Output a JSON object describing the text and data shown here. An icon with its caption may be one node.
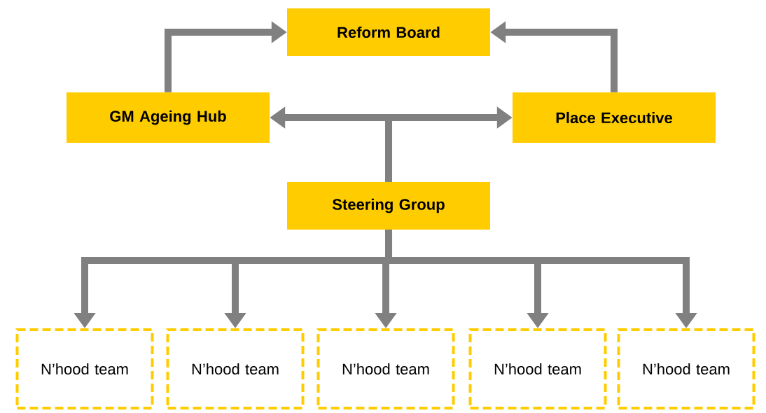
{
  "diagram": {
    "nodes": [
      {
        "text": [
          "Reform Board"
        ]
      },
      {
        "text": [
          "GM Ageing Hub"
        ]
      },
      {
        "text": [
          "Place Executive"
        ]
      },
      {
        "text": [
          "Steering Group"
        ]
      },
      {
        "text": [
          "N’hood team"
        ]
      },
      {
        "text": [
          "N’hood team"
        ]
      },
      {
        "text": [
          "N’hood team"
        ]
      },
      {
        "text": [
          "N’hood team"
        ]
      },
      {
        "text": [
          "N’hood team"
        ]
      }
    ],
    "edges": [
      {
        "from": 1,
        "to": 0,
        "arrow": "to"
      },
      {
        "from": 2,
        "to": 0,
        "arrow": "to"
      },
      {
        "from": 3,
        "to": 1,
        "arrow": "to"
      },
      {
        "from": 3,
        "to": 2,
        "arrow": "to"
      },
      {
        "from": 3,
        "to": 4,
        "arrow": "to"
      },
      {
        "from": 3,
        "to": 5,
        "arrow": "to"
      },
      {
        "from": 3,
        "to": 6,
        "arrow": "to"
      },
      {
        "from": 3,
        "to": 7,
        "arrow": "to"
      },
      {
        "from": 3,
        "to": 8,
        "arrow": "to"
      }
    ]
  }
}
